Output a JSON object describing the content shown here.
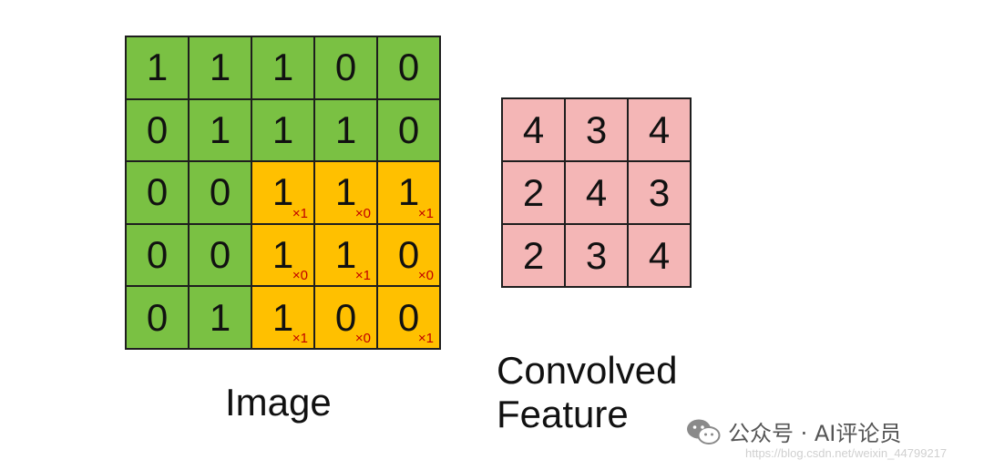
{
  "image": {
    "label": "Image",
    "cells": [
      [
        "1",
        "1",
        "1",
        "0",
        "0"
      ],
      [
        "0",
        "1",
        "1",
        "1",
        "0"
      ],
      [
        "0",
        "0",
        "1",
        "1",
        "1"
      ],
      [
        "0",
        "0",
        "1",
        "1",
        "0"
      ],
      [
        "0",
        "1",
        "1",
        "0",
        "0"
      ]
    ],
    "kernel": [
      [
        "×1",
        "×0",
        "×1"
      ],
      [
        "×0",
        "×1",
        "×0"
      ],
      [
        "×1",
        "×0",
        "×1"
      ]
    ],
    "colors": {
      "base": "#7ac143",
      "highlight": "#ffc000",
      "kernel_text": "#c00000"
    }
  },
  "feature": {
    "label_line1": "Convolved",
    "label_line2": "Feature",
    "cells": [
      [
        "4",
        "3",
        "4"
      ],
      [
        "2",
        "4",
        "3"
      ],
      [
        "2",
        "3",
        "4"
      ]
    ],
    "color": "#f4b6b6"
  },
  "watermark": {
    "text": "公众号 · AI评论员",
    "icon": "wechat-icon",
    "url": "https://blog.csdn.net/weixin_44799217"
  }
}
